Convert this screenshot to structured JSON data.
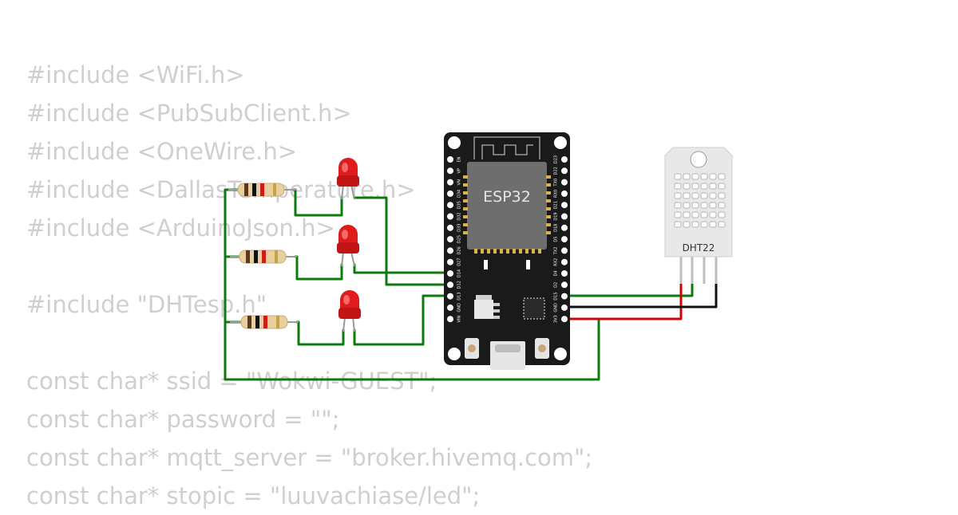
{
  "code_lines": [
    "#include <WiFi.h>",
    "#include <PubSubClient.h>",
    "#include <OneWire.h>",
    "#include <DallasTemperature.h>",
    "#include <ArduinoJson.h>",
    "",
    "#include \"DHTesp.h\"",
    "",
    "const char* ssid = \"Wokwi-GUEST\";",
    "const char* password = \"\";",
    "const char* mqtt_server = \"broker.hivemq.com\";",
    "const char* stopic = \"luuvachiase/led\";"
  ],
  "board": {
    "label": "ESP32",
    "left_pins": [
      "EN",
      "VP",
      "VN",
      "D34",
      "D35",
      "D32",
      "D33",
      "D25",
      "D26",
      "D27",
      "D14",
      "D12",
      "D13",
      "GND",
      "VIN"
    ],
    "right_pins": [
      "D23",
      "D22",
      "TX0",
      "RX0",
      "D21",
      "D19",
      "D18",
      "D5",
      "TX2",
      "RX2",
      "D4",
      "D2",
      "D15",
      "GND",
      "3V3"
    ]
  },
  "sensor": {
    "label": "DHT22"
  },
  "colors": {
    "wire_green": "#0d7a0d",
    "wire_red": "#d40000",
    "wire_black": "#111111",
    "led_red": "#e01b1b",
    "board": "#1a1a1a",
    "chip": "#6e6e6e",
    "code_text": "#cfcfcf"
  }
}
